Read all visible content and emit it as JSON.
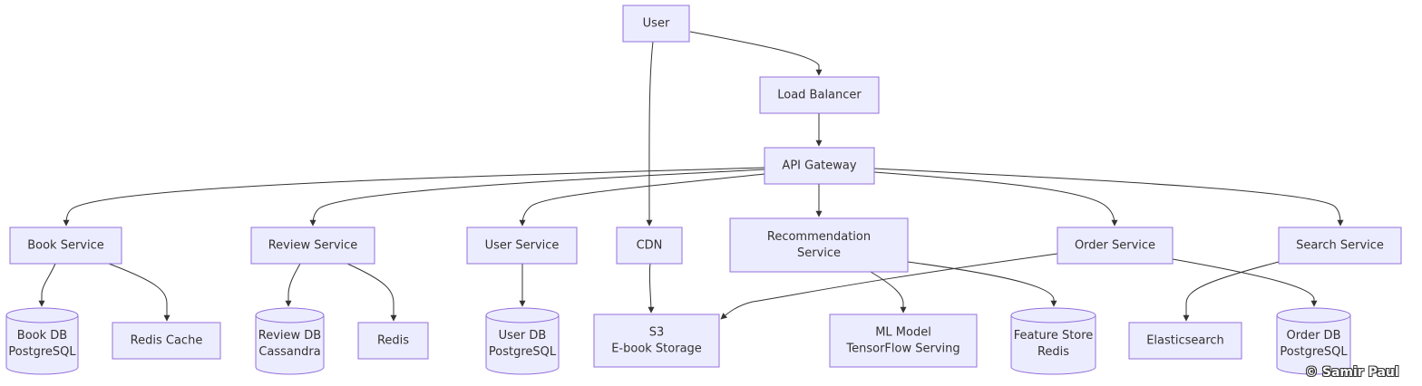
{
  "nodes": {
    "user": {
      "label": "User"
    },
    "load_balancer": {
      "label": "Load Balancer"
    },
    "api_gateway": {
      "label": "API Gateway"
    },
    "book_service": {
      "label": "Book Service"
    },
    "review_service": {
      "label": "Review Service"
    },
    "user_service": {
      "label": "User Service"
    },
    "cdn": {
      "label": "CDN"
    },
    "recommendation_service": {
      "label": [
        "Recommendation",
        "Service"
      ]
    },
    "order_service": {
      "label": "Order Service"
    },
    "search_service": {
      "label": "Search Service"
    },
    "book_db": {
      "label": [
        "Book DB",
        "PostgreSQL"
      ]
    },
    "redis_cache": {
      "label": "Redis Cache"
    },
    "review_db": {
      "label": [
        "Review DB",
        "Cassandra"
      ]
    },
    "redis": {
      "label": "Redis"
    },
    "user_db": {
      "label": [
        "User DB",
        "PostgreSQL"
      ]
    },
    "s3": {
      "label": [
        "S3",
        "E-book Storage"
      ]
    },
    "ml_model": {
      "label": [
        "ML Model",
        "TensorFlow Serving"
      ]
    },
    "feature_store": {
      "label": [
        "Feature Store",
        "Redis"
      ]
    },
    "elasticsearch": {
      "label": "Elasticsearch"
    },
    "order_db": {
      "label": [
        "Order DB",
        "PostgreSQL"
      ]
    }
  },
  "edges": [
    {
      "from": "user",
      "to": "load_balancer"
    },
    {
      "from": "user",
      "to": "cdn"
    },
    {
      "from": "load_balancer",
      "to": "api_gateway"
    },
    {
      "from": "api_gateway",
      "to": "book_service"
    },
    {
      "from": "api_gateway",
      "to": "review_service"
    },
    {
      "from": "api_gateway",
      "to": "user_service"
    },
    {
      "from": "api_gateway",
      "to": "recommendation_service"
    },
    {
      "from": "api_gateway",
      "to": "order_service"
    },
    {
      "from": "api_gateway",
      "to": "search_service"
    },
    {
      "from": "book_service",
      "to": "book_db"
    },
    {
      "from": "book_service",
      "to": "redis_cache"
    },
    {
      "from": "review_service",
      "to": "review_db"
    },
    {
      "from": "review_service",
      "to": "redis"
    },
    {
      "from": "user_service",
      "to": "user_db"
    },
    {
      "from": "cdn",
      "to": "s3"
    },
    {
      "from": "recommendation_service",
      "to": "ml_model"
    },
    {
      "from": "recommendation_service",
      "to": "feature_store"
    },
    {
      "from": "order_service",
      "to": "s3"
    },
    {
      "from": "order_service",
      "to": "order_db"
    },
    {
      "from": "search_service",
      "to": "elasticsearch"
    }
  ],
  "watermark": "© Samir Paul",
  "colors": {
    "node_fill": "#ECECFF",
    "node_stroke": "#9370DB",
    "edge": "#333333",
    "text": "#333333"
  }
}
